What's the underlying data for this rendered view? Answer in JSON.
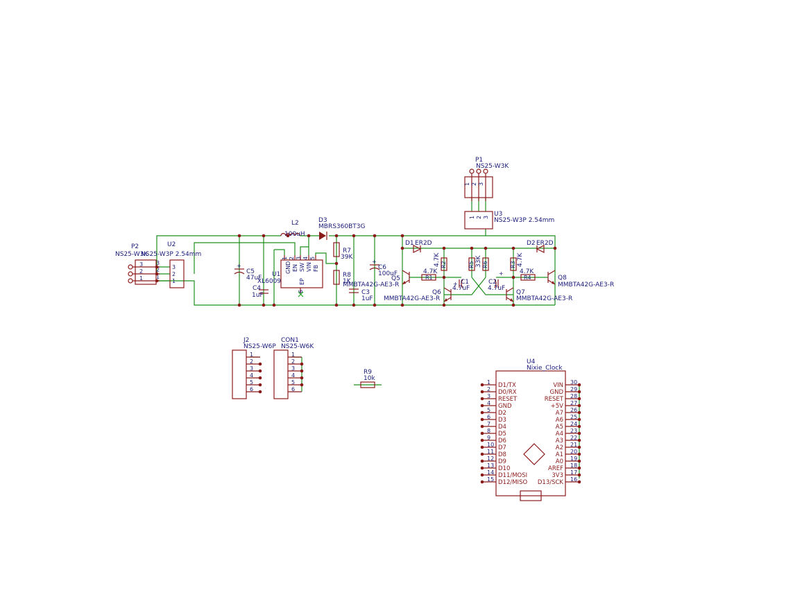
{
  "components": {
    "p1": {
      "ref": "P1",
      "value": "NS25-W3K",
      "pins": [
        "1",
        "2",
        "3"
      ]
    },
    "u3": {
      "ref": "U3",
      "value": "NS25-W3P 2.54mm",
      "pins": [
        "1",
        "2",
        "3"
      ]
    },
    "p2": {
      "ref": "P2",
      "value": "NS25-W3K",
      "pins": [
        "3",
        "2",
        "1"
      ]
    },
    "u2": {
      "ref": "U2",
      "value": "NS25-W3P 2.54mm",
      "pins": [
        "3",
        "2",
        "1"
      ],
      "outer_pins": [
        "3",
        "2",
        "1"
      ]
    },
    "l2": {
      "ref": "L2",
      "value": "100uH"
    },
    "d3": {
      "ref": "D3",
      "value": "MBRS360BT3G"
    },
    "u1": {
      "ref": "U1",
      "value": "XL6009",
      "pin_labels": [
        "GND",
        "EN",
        "SW",
        "VIN",
        "FB",
        "EP"
      ],
      "pin_numbers": [
        "1",
        "2",
        "3",
        "4",
        "5",
        "6"
      ]
    },
    "c5": {
      "ref": "C5",
      "value": "47uF"
    },
    "c4": {
      "ref": "C4",
      "value": "1uF"
    },
    "r7": {
      "ref": "R7",
      "value": "39K"
    },
    "r8": {
      "ref": "R8",
      "value": "1K"
    },
    "c3": {
      "ref": "C3",
      "value": "1uF"
    },
    "c6": {
      "ref": "C6",
      "value": "100uF"
    },
    "d1": {
      "ref": "D1",
      "value": "ER2D"
    },
    "d2": {
      "ref": "D2",
      "value": "ER2D"
    },
    "r1": {
      "ref": "R1",
      "value": "4.7K"
    },
    "r2": {
      "ref": "R2",
      "value": "4.7K"
    },
    "r5": {
      "ref": "R5",
      "value": "33K"
    },
    "r6": {
      "ref": "R6",
      "value": "33K"
    },
    "r3": {
      "ref": "R3",
      "value": "4.7K"
    },
    "r4": {
      "ref": "R4",
      "value": "4.7K"
    },
    "c1": {
      "ref": "C1",
      "value": "4.7uF"
    },
    "c2": {
      "ref": "C2",
      "value": "4.7uF"
    },
    "q5": {
      "ref": "Q5",
      "value": "MMBTA42G-AE3-R"
    },
    "q6": {
      "ref": "Q6",
      "value": "MMBTA42G-AE3-R"
    },
    "q7": {
      "ref": "Q7",
      "value": "MMBTA42G-AE3-R"
    },
    "q8": {
      "ref": "Q8",
      "value": "MMBTA42G-AE3-R"
    },
    "j2": {
      "ref": "J2",
      "value": "NS25-W6P",
      "pins": [
        "1",
        "2",
        "3",
        "4",
        "5",
        "6"
      ]
    },
    "con1": {
      "ref": "CON1",
      "value": "NS25-W6K",
      "pins": [
        "1",
        "2",
        "3",
        "4",
        "5",
        "6"
      ]
    },
    "r9": {
      "ref": "R9",
      "value": "10k"
    },
    "u4": {
      "ref": "U4",
      "value": "Nixie_Clock",
      "left_pins": [
        {
          "num": "1",
          "name": "D1/TX"
        },
        {
          "num": "2",
          "name": "D0/RX"
        },
        {
          "num": "3",
          "name": "RESET"
        },
        {
          "num": "4",
          "name": "GND"
        },
        {
          "num": "5",
          "name": "D2"
        },
        {
          "num": "6",
          "name": "D3"
        },
        {
          "num": "7",
          "name": "D4"
        },
        {
          "num": "8",
          "name": "D5"
        },
        {
          "num": "9",
          "name": "D6"
        },
        {
          "num": "10",
          "name": "D7"
        },
        {
          "num": "11",
          "name": "D8"
        },
        {
          "num": "12",
          "name": "D9"
        },
        {
          "num": "13",
          "name": "D10"
        },
        {
          "num": "14",
          "name": "D11/MOSI"
        },
        {
          "num": "15",
          "name": "D12/MISO"
        }
      ],
      "right_pins": [
        {
          "num": "30",
          "name": "VIN"
        },
        {
          "num": "29",
          "name": "GND"
        },
        {
          "num": "28",
          "name": "RESET"
        },
        {
          "num": "27",
          "name": "+5V"
        },
        {
          "num": "26",
          "name": "A7"
        },
        {
          "num": "25",
          "name": "A6"
        },
        {
          "num": "24",
          "name": "A5"
        },
        {
          "num": "23",
          "name": "A4"
        },
        {
          "num": "22",
          "name": "A3"
        },
        {
          "num": "21",
          "name": "A2"
        },
        {
          "num": "20",
          "name": "A1"
        },
        {
          "num": "19",
          "name": "A0"
        },
        {
          "num": "18",
          "name": "AREF"
        },
        {
          "num": "17",
          "name": "3V3"
        },
        {
          "num": "16",
          "name": "D13/SCK"
        }
      ]
    }
  },
  "colors": {
    "wire": "#1f8f1f",
    "symbol": "#8b1a1a",
    "label": "#1a1a7a",
    "background": "#ffffff"
  }
}
